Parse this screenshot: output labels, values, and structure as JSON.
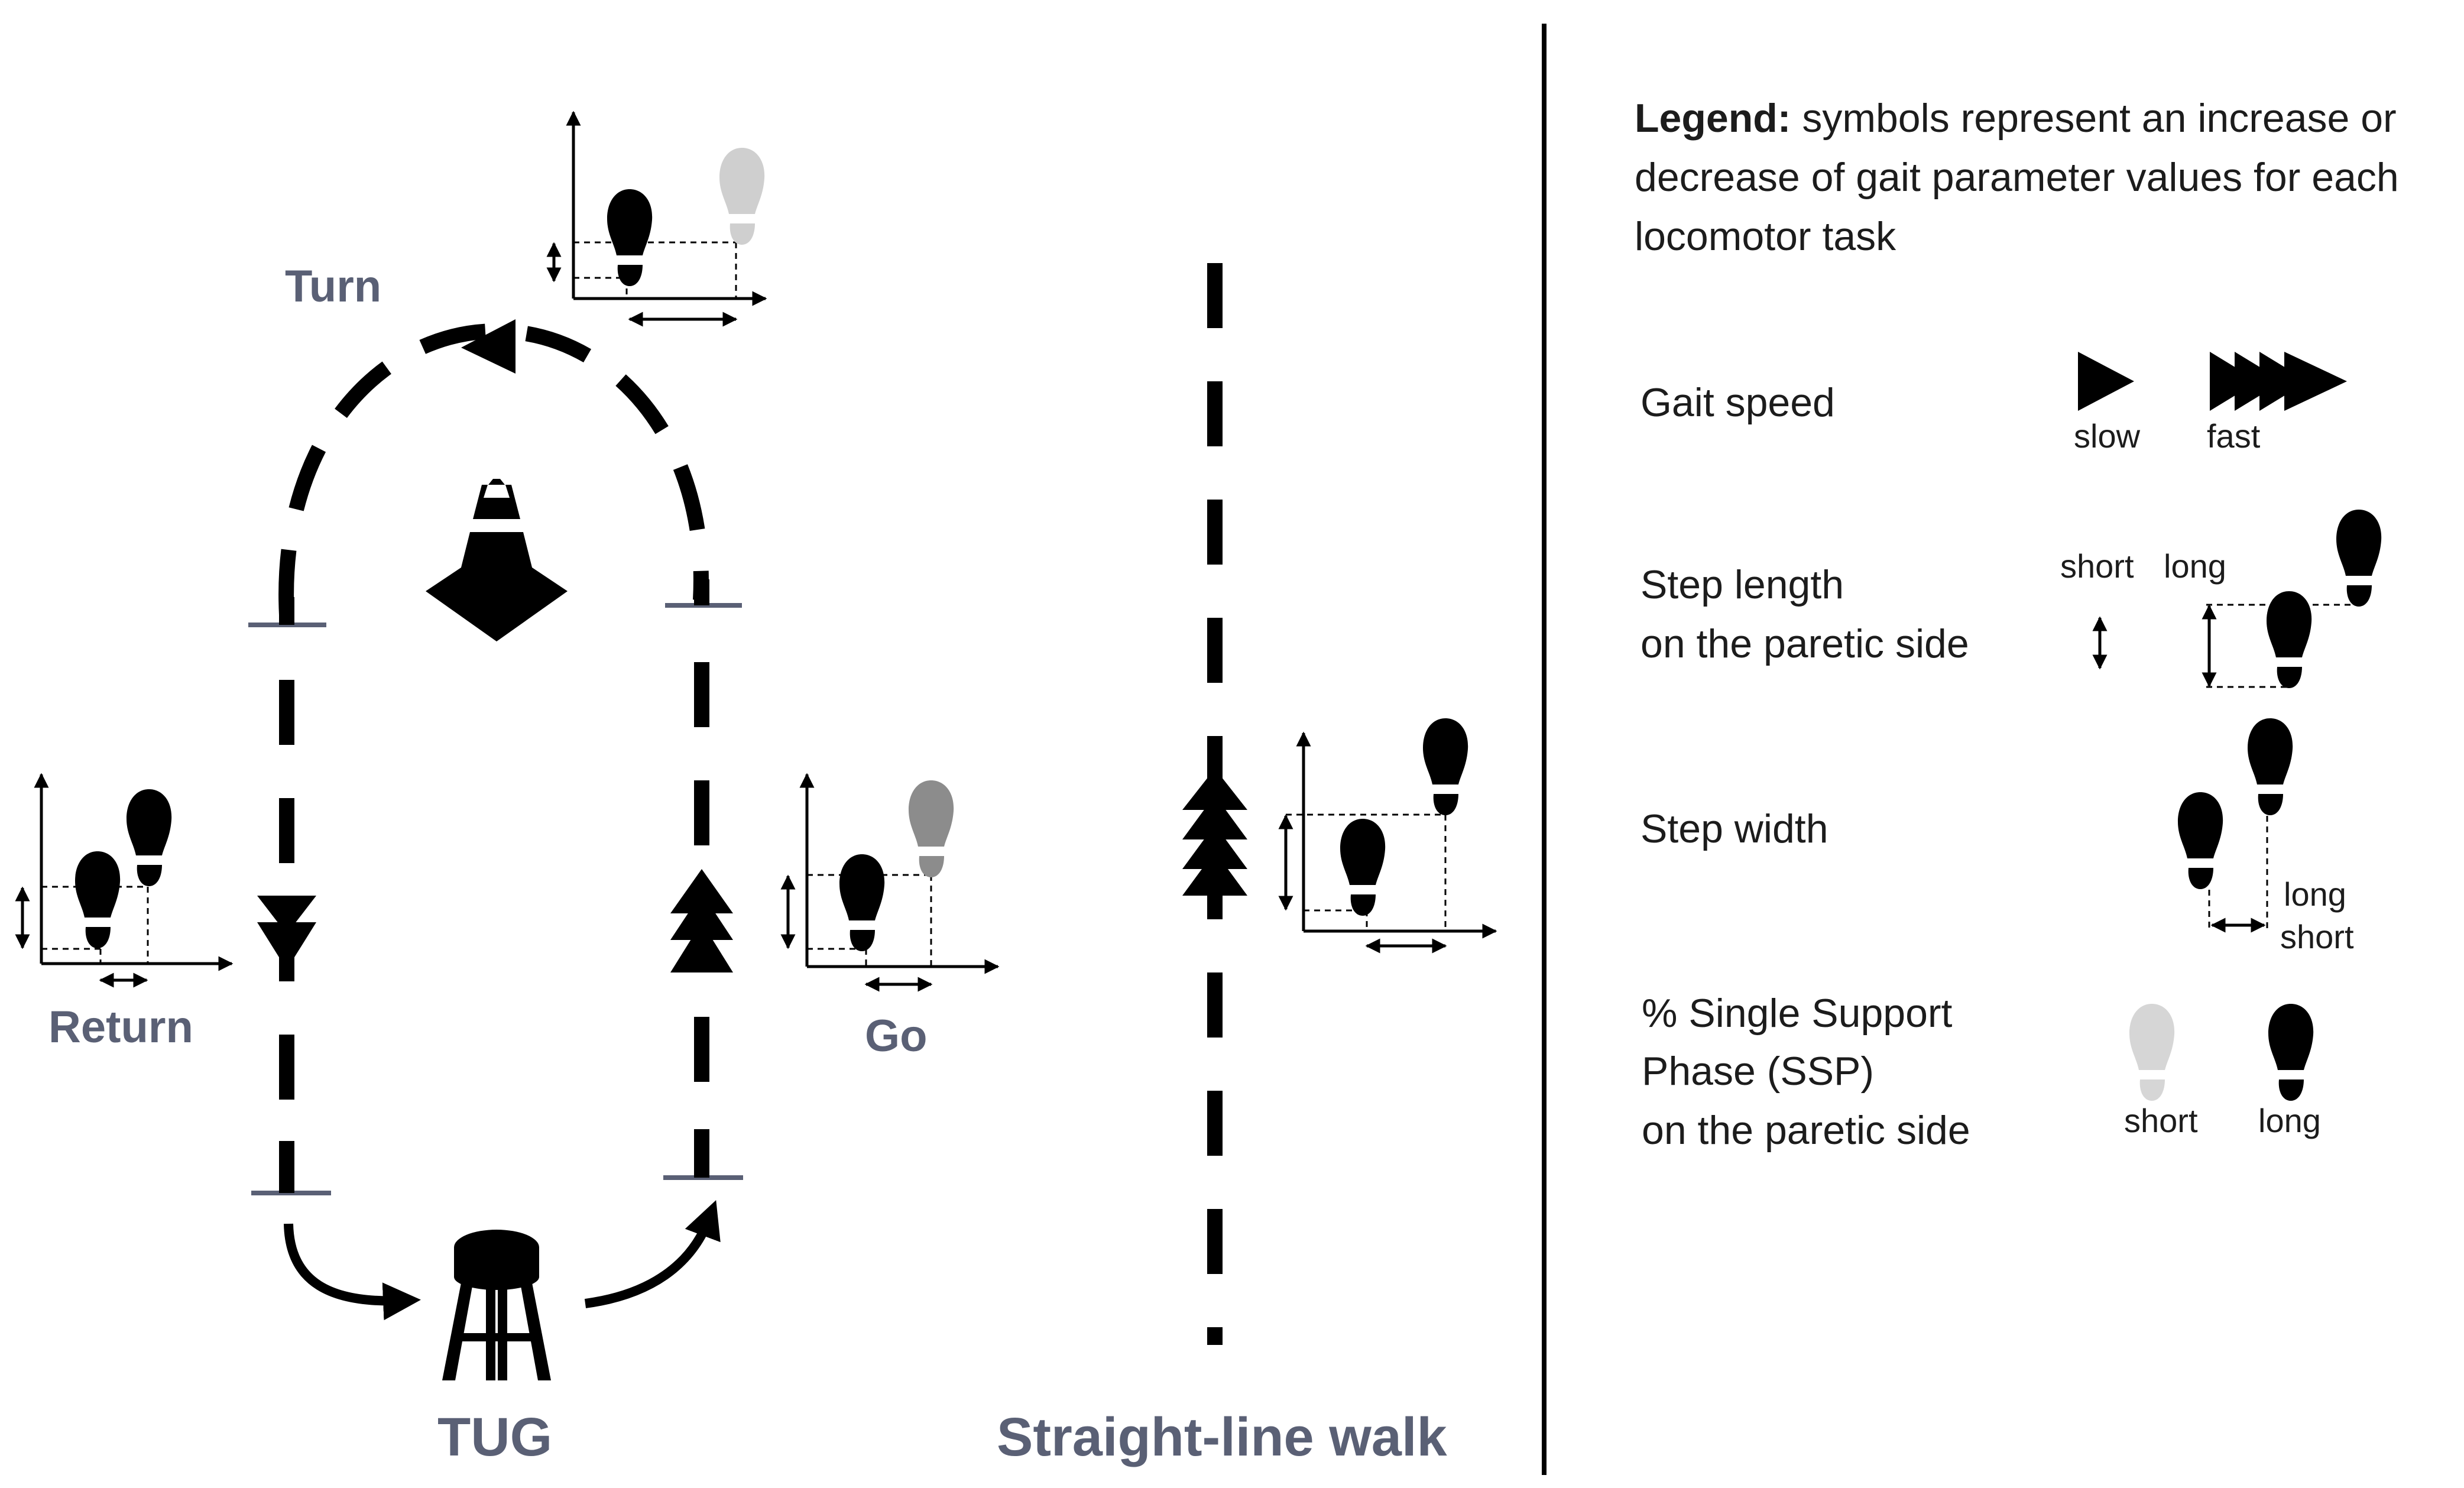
{
  "diagram": {
    "tug_label": "TUG",
    "straight_label": "Straight-line walk",
    "turn_label": "Turn",
    "return_label": "Return",
    "go_label": "Go"
  },
  "legend": {
    "title": "Legend:",
    "description": "symbols represent an increase or decrease of gait parameter values for each locomotor task",
    "gait_speed": {
      "label": "Gait speed",
      "slow": "slow",
      "fast": "fast"
    },
    "step_length": {
      "label_line1": "Step length",
      "label_line2": "on the paretic side",
      "short": "short",
      "long": "long"
    },
    "step_width": {
      "label": "Step width",
      "long": "long",
      "short": "short"
    },
    "ssp": {
      "label_line1": "% Single Support",
      "label_line2": "Phase (SSP)",
      "label_line3": "on the paretic side",
      "short": "short",
      "long": "long"
    }
  },
  "colors": {
    "label_color": "#5a6075",
    "ink": "#000000",
    "footprint_light": "#cfcfcf",
    "footprint_mid": "#8c8c8c",
    "tick_color": "#5a6075"
  },
  "icons": [
    "traffic-cone-icon",
    "stool-icon",
    "footprint-icon",
    "arrow-icon"
  ]
}
